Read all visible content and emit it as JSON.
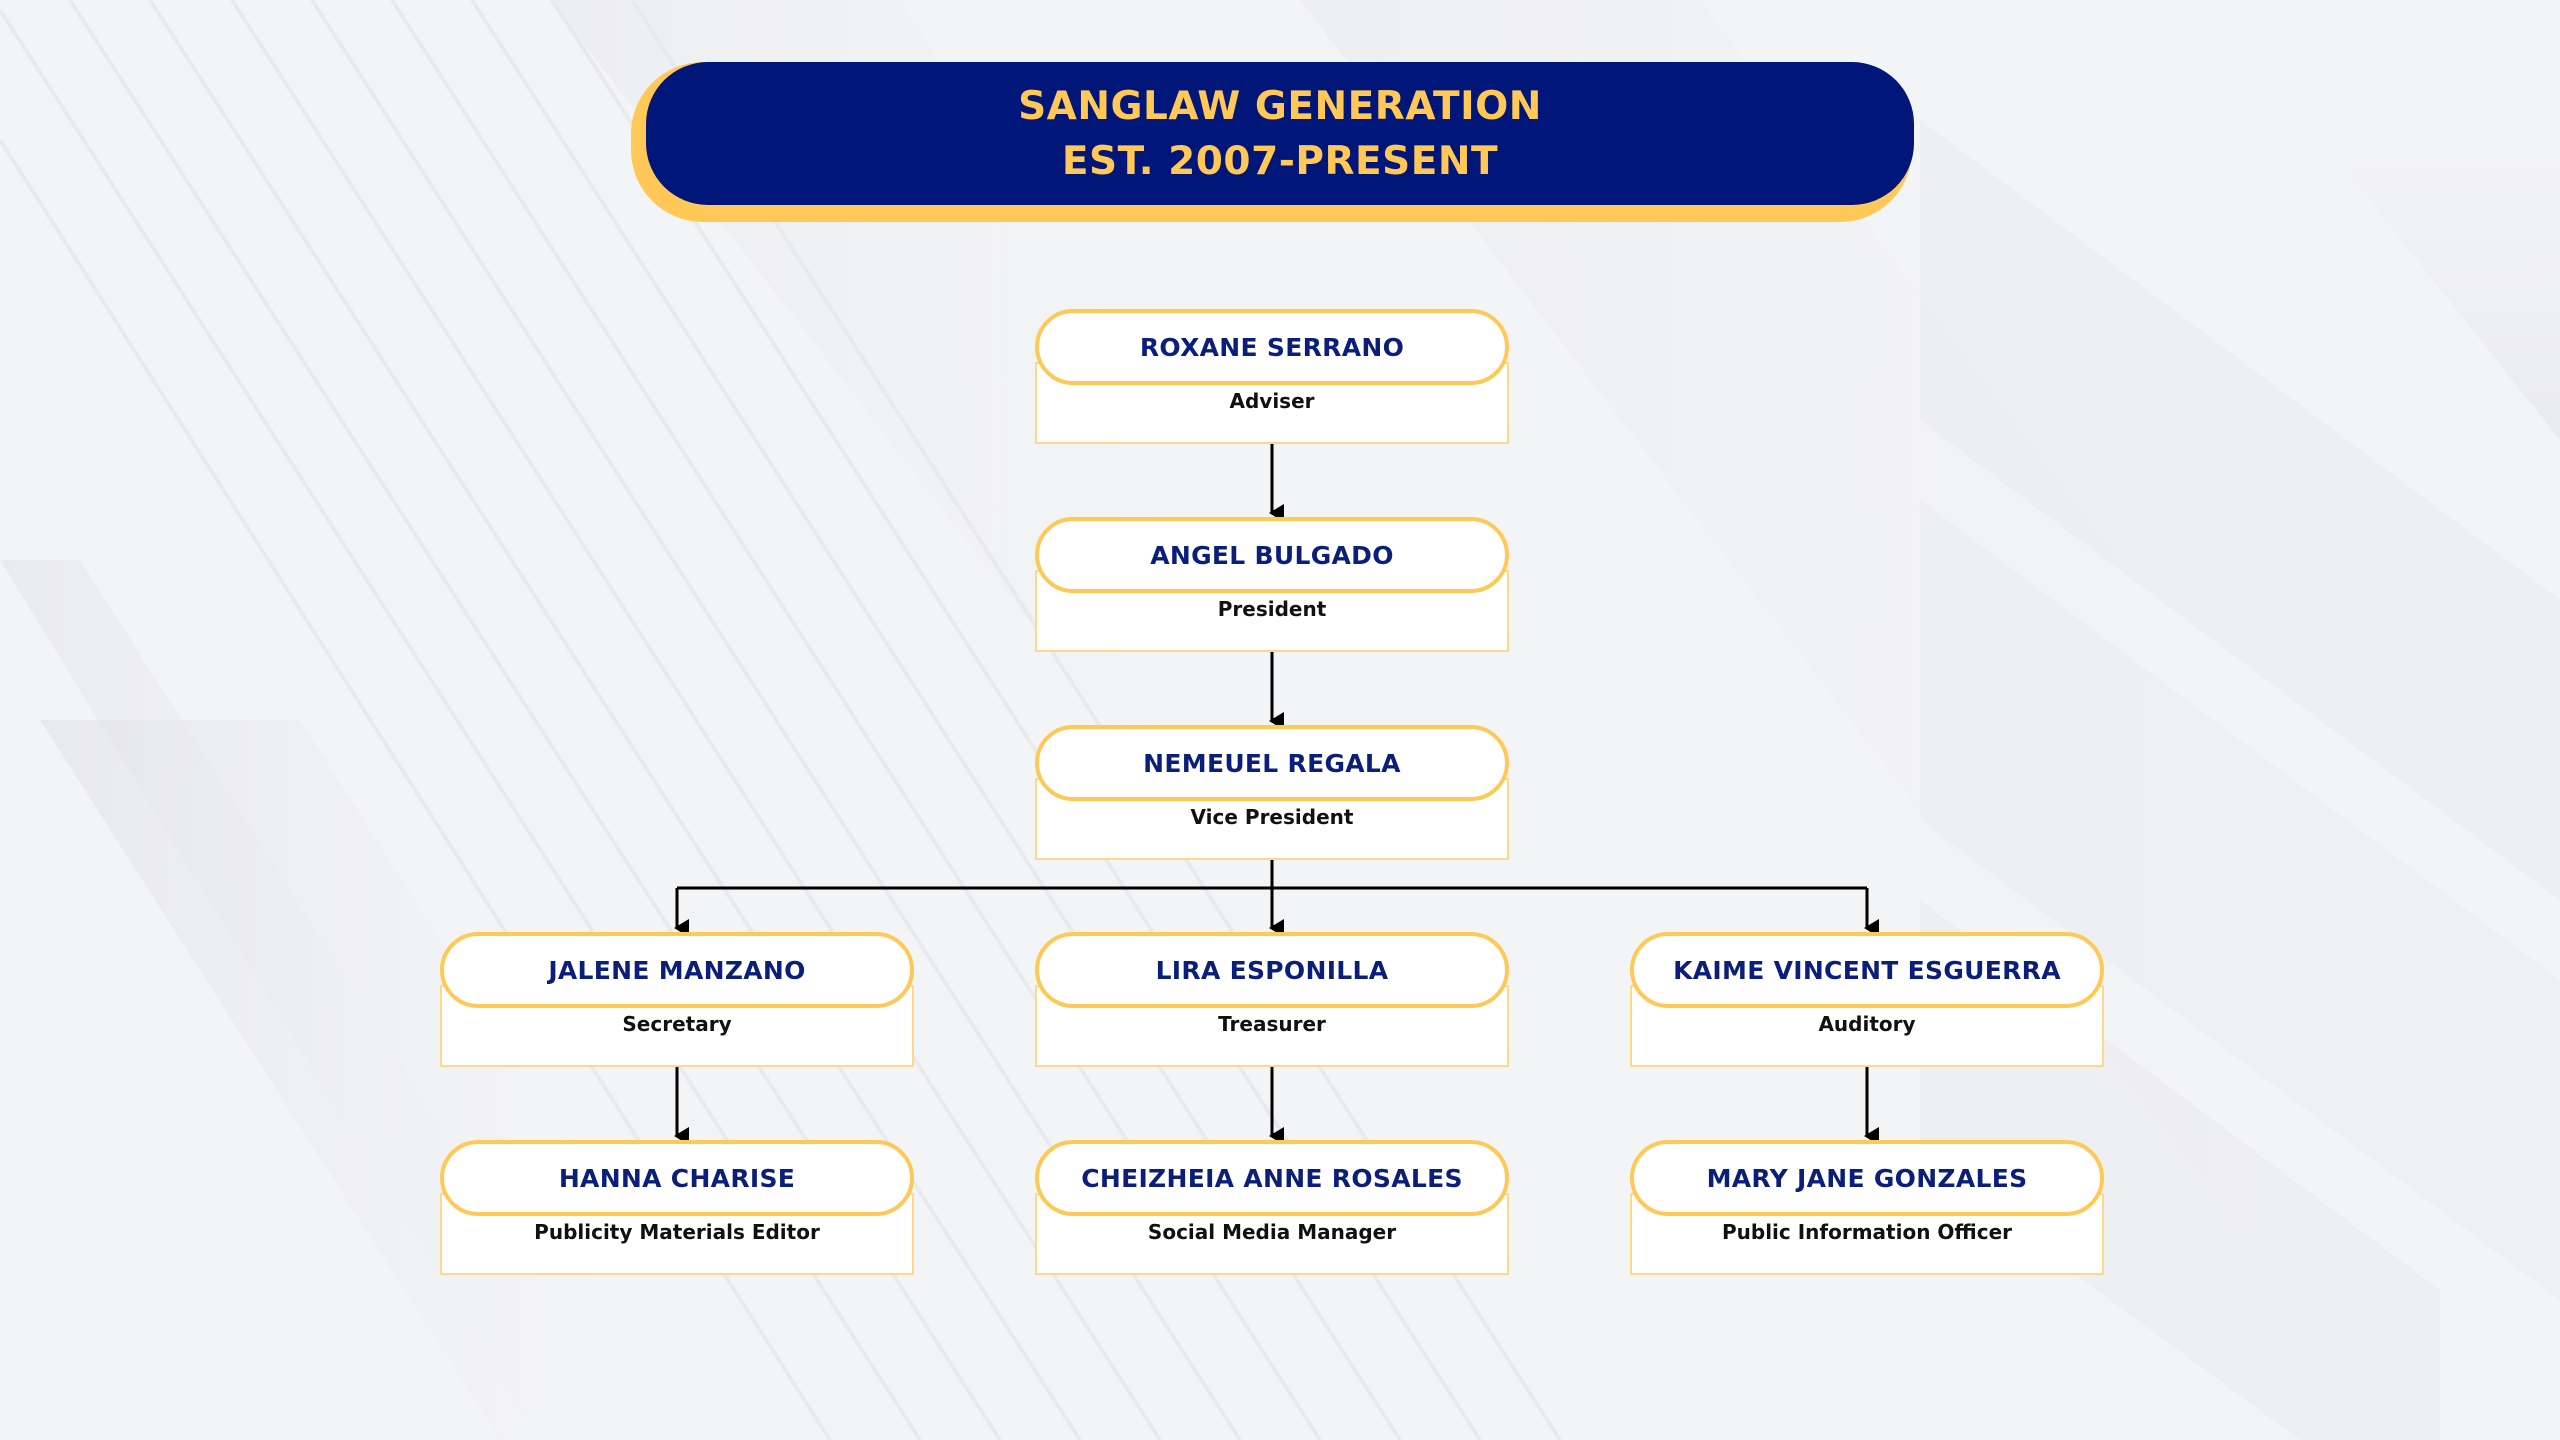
{
  "header": {
    "title_line1": "SANGLAW GENERATION",
    "title_line2": "EST. 2007-PRESENT"
  },
  "colors": {
    "navy": "#001679",
    "gold": "#ffc857",
    "name_text": "#0b1f7a",
    "background": "#f3f4f6"
  },
  "members": [
    {
      "id": "adviser",
      "name": "ROXANE SERRANO",
      "role": "Adviser"
    },
    {
      "id": "president",
      "name": "ANGEL BULGADO",
      "role": "President"
    },
    {
      "id": "vice-president",
      "name": "NEMEUEL REGALA",
      "role": "Vice President"
    },
    {
      "id": "secretary",
      "name": "JALENE MANZANO",
      "role": "Secretary"
    },
    {
      "id": "treasurer",
      "name": "LIRA ESPONILLA",
      "role": "Treasurer"
    },
    {
      "id": "auditory",
      "name": "KAIME VINCENT ESGUERRA",
      "role": "Auditory"
    },
    {
      "id": "publicity-editor",
      "name": "HANNA CHARISE",
      "role": "Publicity Materials Editor"
    },
    {
      "id": "social-media-manager",
      "name": "CHEIZHEIA ANNE ROSALES",
      "role": "Social Media Manager"
    },
    {
      "id": "public-info-officer",
      "name": "MARY JANE GONZALES",
      "role": "Public Information Officer"
    }
  ],
  "links": [
    {
      "from": "adviser",
      "to": "president"
    },
    {
      "from": "president",
      "to": "vice-president"
    },
    {
      "from": "vice-president",
      "to": "secretary"
    },
    {
      "from": "vice-president",
      "to": "treasurer"
    },
    {
      "from": "vice-president",
      "to": "auditory"
    },
    {
      "from": "secretary",
      "to": "publicity-editor"
    },
    {
      "from": "treasurer",
      "to": "social-media-manager"
    },
    {
      "from": "auditory",
      "to": "public-info-officer"
    }
  ]
}
